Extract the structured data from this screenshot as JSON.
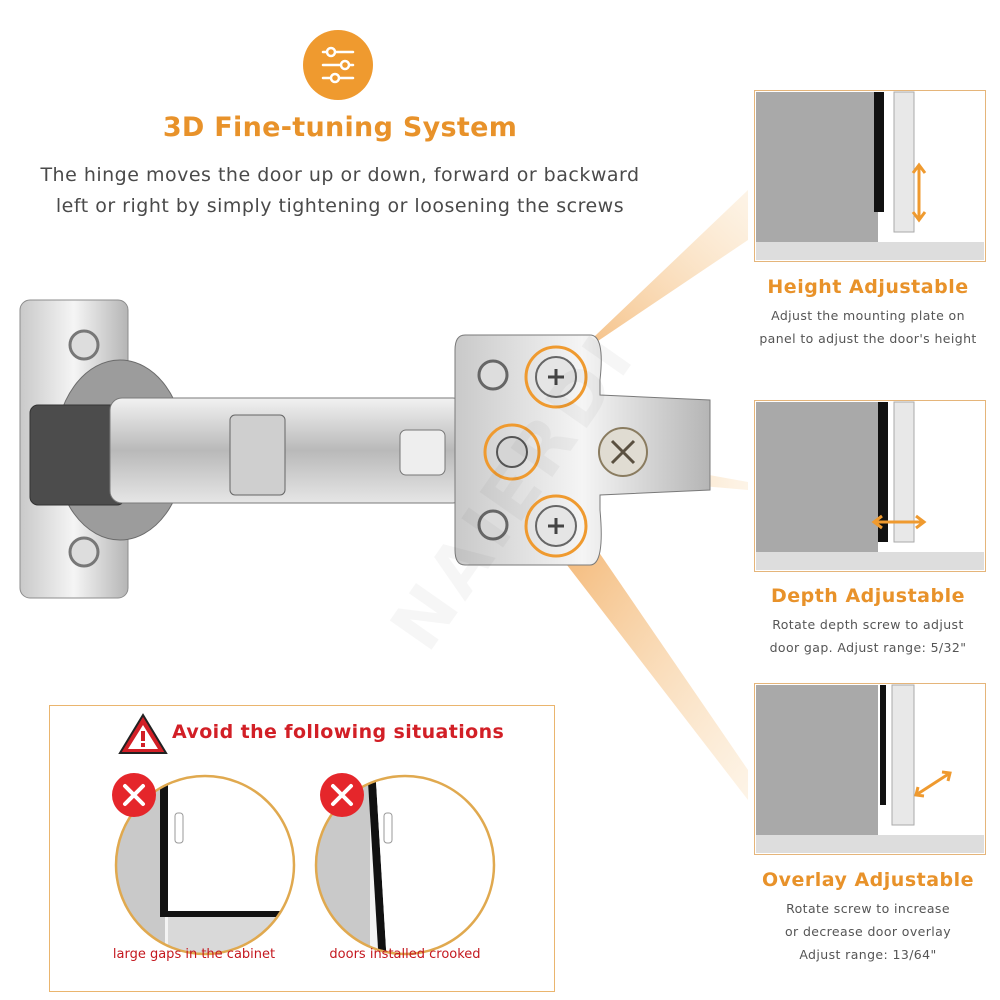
{
  "header": {
    "icon": "sliders-icon",
    "title": "3D Fine-tuning System",
    "description_line1": "The hinge moves the door up or down, forward or backward",
    "description_line2": "left or right by simply tightening or loosening the screws"
  },
  "watermark": "NAIERDI",
  "panels": [
    {
      "title": "Height Adjustable",
      "desc_line1": "Adjust the mounting plate on",
      "desc_line2": "panel to adjust the door's height",
      "desc_line3": ""
    },
    {
      "title": "Depth Adjustable",
      "desc_line1": "Rotate depth screw to adjust",
      "desc_line2": "door gap. Adjust range: 5/32\"",
      "desc_line3": ""
    },
    {
      "title": "Overlay Adjustable",
      "desc_line1": "Rotate screw to increase",
      "desc_line2": "or decrease door overlay",
      "desc_line3": "Adjust range: 13/64\""
    }
  ],
  "avoid": {
    "title": "Avoid the following situations",
    "warning_icon": "warning-triangle-icon",
    "cases": [
      {
        "caption": "large gaps in the cabinet",
        "icon": "x-circle-icon"
      },
      {
        "caption": "doors installed crooked",
        "icon": "x-circle-icon"
      }
    ]
  },
  "colors": {
    "accent": "#e8922a",
    "warning_red": "#d21f26",
    "beam": "#f6c27e"
  }
}
